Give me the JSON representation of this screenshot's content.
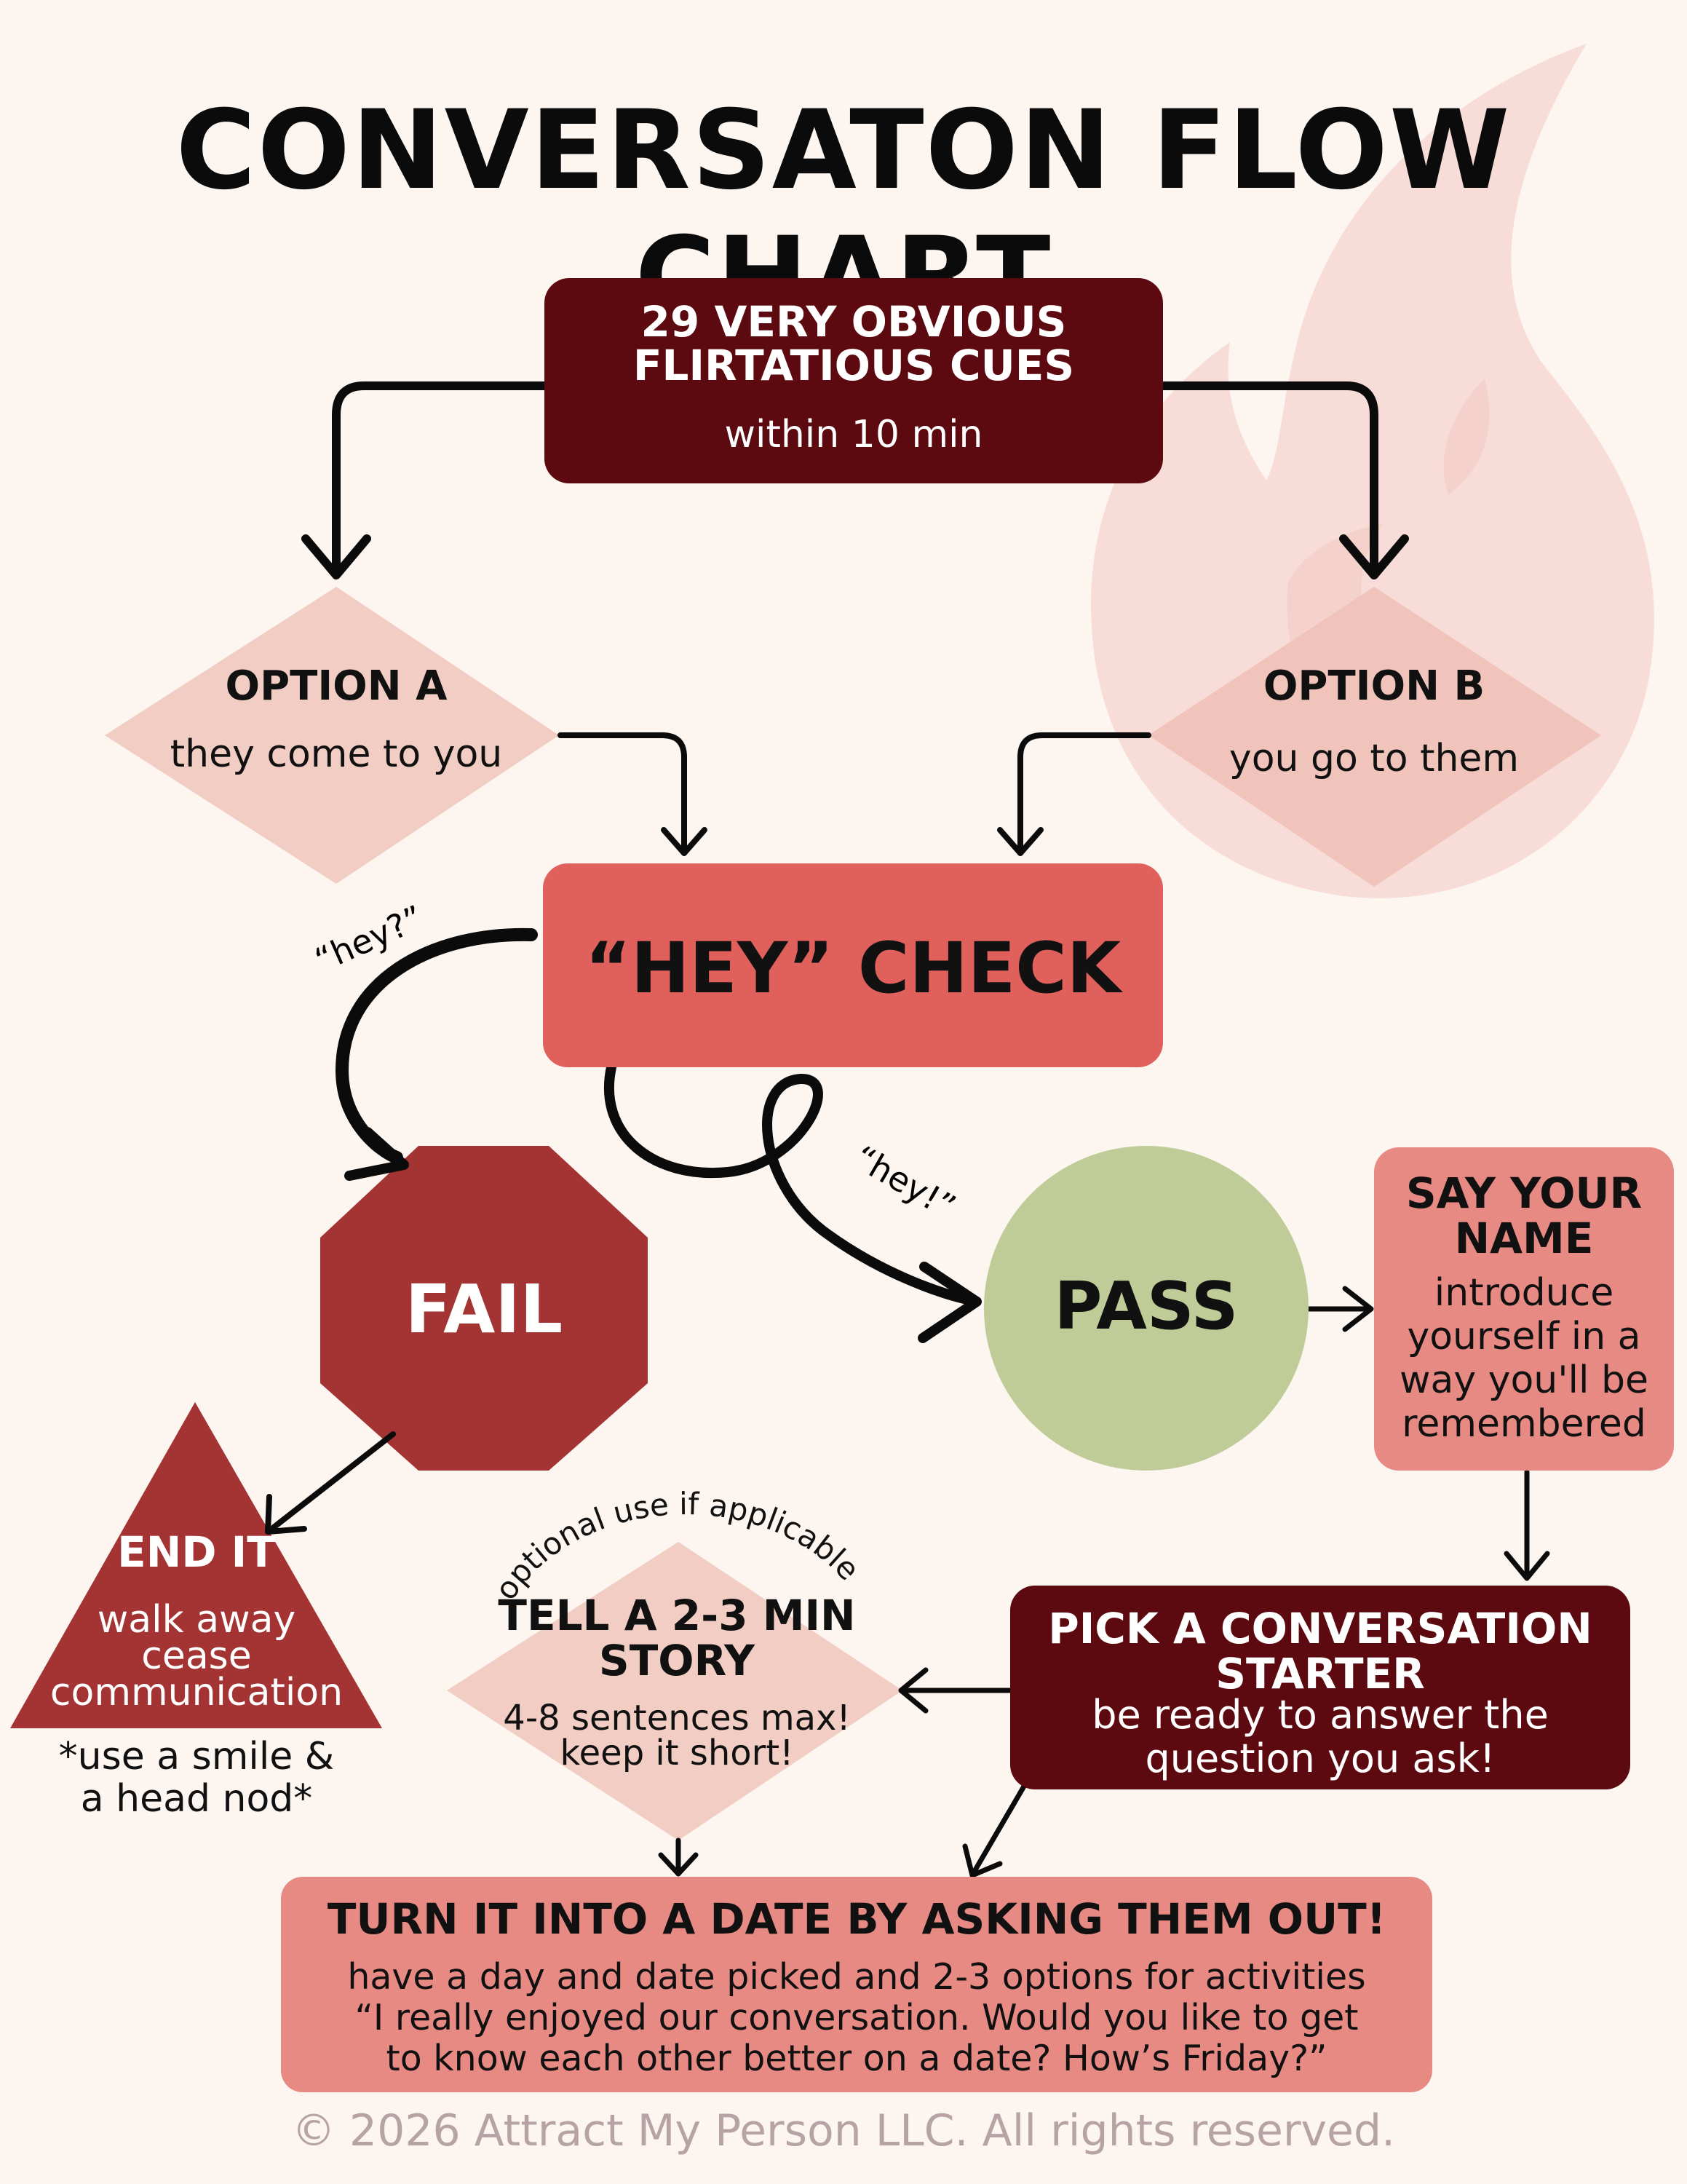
{
  "title": "CONVERSATON FLOW CHART",
  "start": {
    "title": "29 VERY OBVIOUS FLIRTATIOUS CUES",
    "subtitle": "within 10 min"
  },
  "option_a": {
    "title": "OPTION A",
    "subtitle": "they come to you"
  },
  "option_b": {
    "title": "OPTION B",
    "subtitle": "you go to them"
  },
  "hey_check": {
    "label": "“HEY” CHECK"
  },
  "fail_arrow_label": "“hey?”",
  "pass_arrow_label": "“hey!”",
  "fail": {
    "label": "FAIL"
  },
  "pass": {
    "label": "PASS"
  },
  "say_name": {
    "title": "SAY YOUR NAME",
    "subtitle": "introduce yourself in a way you'll be remembered"
  },
  "end_it": {
    "title": "END IT",
    "subtitle_1": "walk away",
    "subtitle_2": "cease",
    "subtitle_3": "communication",
    "note_1": "*use a smile &",
    "note_2": "a head nod*"
  },
  "story": {
    "arc_label": "optional use if applicable",
    "title": "TELL A 2-3 MIN STORY",
    "subtitle_1": "4-8 sentences max!",
    "subtitle_2": "keep it short!"
  },
  "starter": {
    "title": "PICK A CONVERSATION STARTER",
    "subtitle": "be ready to answer the question you ask!"
  },
  "date": {
    "title": "TURN IT INTO A DATE BY ASKING THEM OUT!",
    "line_1": "have a day and date picked and 2-3 options for activities",
    "line_2": "“I really enjoyed our conversation. Would you like to get",
    "line_3": "to know each other better on a date?  How’s Friday?”"
  },
  "copyright": "© 2026 Attract My Person LLC. All rights reserved.",
  "colors": {
    "background": "#fdf5f0",
    "maroon": "#5c0a10",
    "coral": "#e0615c",
    "pink": "#e88a84",
    "light_pink": "#f1cdc3",
    "fail_red": "#a43434",
    "pass_green": "#c0cc97",
    "flame": "#f7dcd7"
  }
}
